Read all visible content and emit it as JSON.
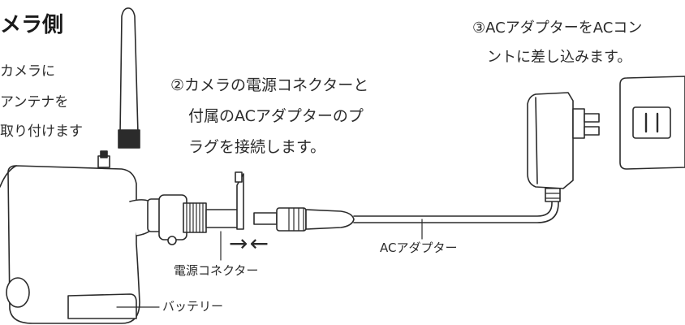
{
  "heading": "メラ側",
  "step1": {
    "lines": [
      "カメラに",
      "アンテナを",
      "取り付けます"
    ]
  },
  "step2": {
    "lines": [
      "②カメラの電源コネクターと",
      "付属のACアダプターのプ",
      "ラグを接続します。"
    ]
  },
  "step3": {
    "lines": [
      "③ACアダプターをACコン",
      "ントに差し込みます。"
    ]
  },
  "labels": {
    "power_connector": "電源コネクター",
    "ac_adapter": "ACアダプター",
    "battery": "バッテリー"
  },
  "arrows": "→←",
  "colors": {
    "line": "#2b2b2b",
    "fill": "#ffffff",
    "shade": "#3a3a3a"
  }
}
